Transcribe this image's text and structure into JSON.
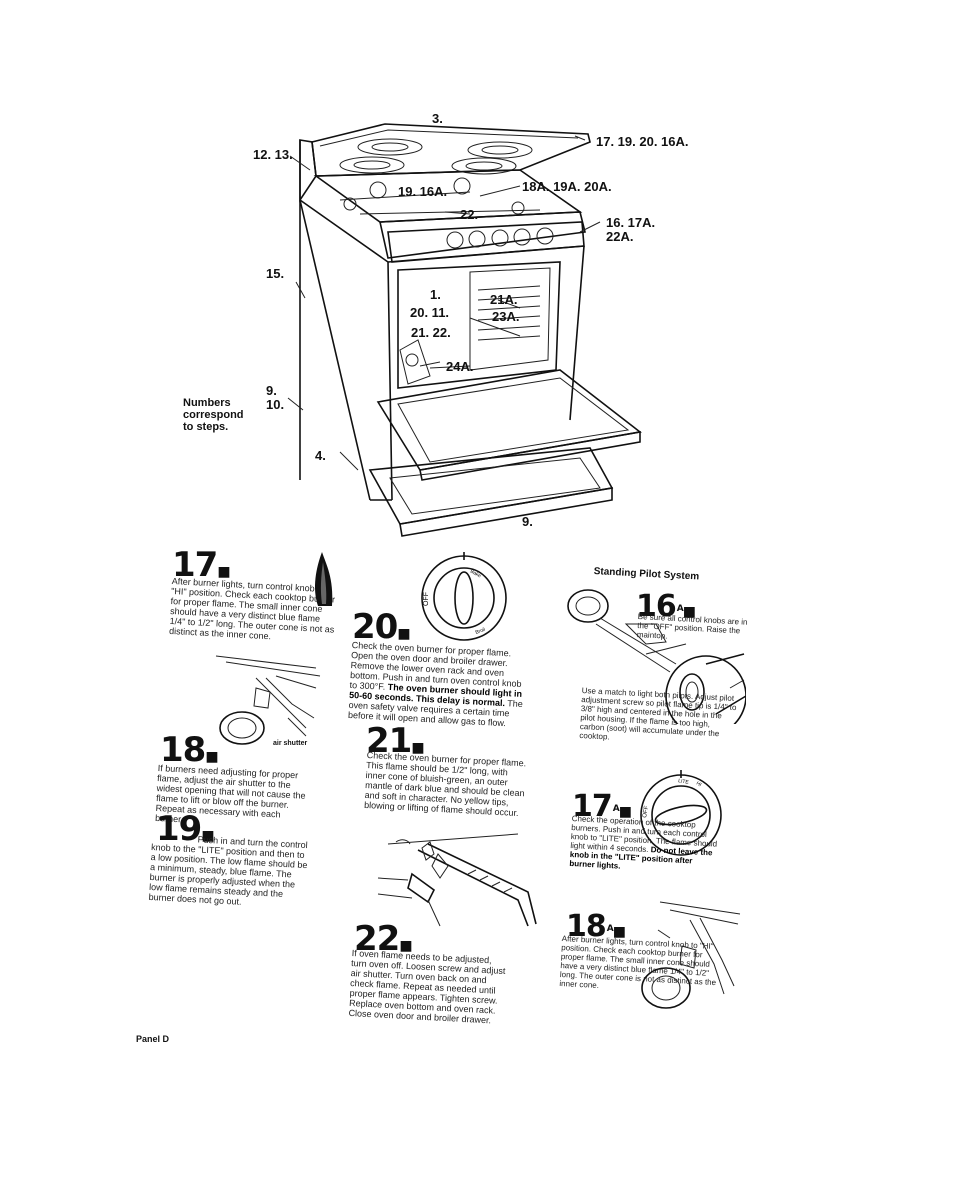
{
  "diagram": {
    "callouts": {
      "c3": "3.",
      "c12_13": "12. 13.",
      "c17_19_20_16a": "17. 19. 20. 16A.",
      "c19_16a": "19. 16A.",
      "c18a_19a_20a": "18A. 19A. 20A.",
      "c22": "22.",
      "c16_17a_22a": "16. 17A.\n22A.",
      "c15": "15.",
      "c1": "1.",
      "c20_11": "20. 11.",
      "c21_22": "21. 22.",
      "c21a": "21A.",
      "c23a": "23A.",
      "c24a": "24A.",
      "c9_10": "9.\n10.",
      "c4": "4.",
      "c9b": "9."
    },
    "note": "Numbers\ncorrespond\nto steps."
  },
  "steps": {
    "s17": {
      "num": "17",
      "text": "After burner lights, turn control knob to \"HI\" position. Check each cooktop burner for proper flame. The small inner cone should have a very distinct blue flame 1/4\" to 1/2\" long. The outer cone is not as distinct as the inner cone."
    },
    "s18": {
      "num": "18",
      "label": "air shutter",
      "text": "If burners need adjusting for proper flame, adjust the air shutter to the widest opening that will not cause the flame to lift or blow off the burner. Repeat as necessary with each burner."
    },
    "s19": {
      "num": "19",
      "text": "Push in and turn the control knob to the \"LITE\" position and then to a low position. The low flame should be a minimum, steady, blue flame. The burner is properly adjusted when the low flame remains steady and the burner does not go out."
    },
    "s20": {
      "num": "20",
      "text_a": "Check the oven burner for proper flame. Open the oven door and broiler drawer. Remove the lower oven rack and oven bottom. Push in and turn oven control knob to 300°F.",
      "text_bold": "The oven burner should light in 50-60 seconds. This delay is normal.",
      "text_b": "The oven safety valve requires a certain time before it will open and allow gas to flow."
    },
    "s21": {
      "num": "21",
      "text": "Check the oven burner for proper flame. This flame should be 1/2\" long, with inner cone of bluish-green, an outer mantle of dark blue and should be clean and soft in character. No yellow tips, blowing or lifting of flame should occur."
    },
    "s22": {
      "num": "22",
      "text": "If oven flame needs to be adjusted, turn oven off. Loosen screw and adjust air shutter. Turn oven back on and check flame. Repeat as needed until proper flame appears. Tighten screw. Replace oven bottom and oven rack. Close oven door and broiler drawer."
    },
    "pilot_title": "Standing Pilot System",
    "s16a": {
      "num": "16",
      "sup": "A",
      "text": "Be sure all control knobs are in the \"OFF\" position. Raise the maintop.",
      "text2": "Use a match to light both pilots. Adjust pilot adjustment screw so pilot flame tip is 1/4\" to 3/8\" high and centered in the hole in the pilot housing. If the flame is too high, carbon (soot) will accumulate under the cooktop."
    },
    "s17a": {
      "num": "17",
      "sup": "A",
      "text": "Check the operation of the cooktop burners. Push in and turn each control knob to \"LITE\" position. The flame should light within 4 seconds.",
      "text_bold": "Do not leave the knob in the \"LITE\" position after burner lights."
    },
    "s18a": {
      "num": "18",
      "sup": "A",
      "text": "After burner lights, turn control knob to \"HI\" position. Check each cooktop burner for proper flame. The small inner cone should have a very distinct blue flame 1/4\" to 1/2\" long. The outer cone is not as distinct as the inner cone."
    }
  },
  "dials": {
    "oven": {
      "off": "OFF",
      "bake": "Bake",
      "broil": "Broil"
    },
    "cooktop": {
      "off": "OFF",
      "lite": "LITE",
      "hi": "HI"
    }
  },
  "footer": "Panel D"
}
